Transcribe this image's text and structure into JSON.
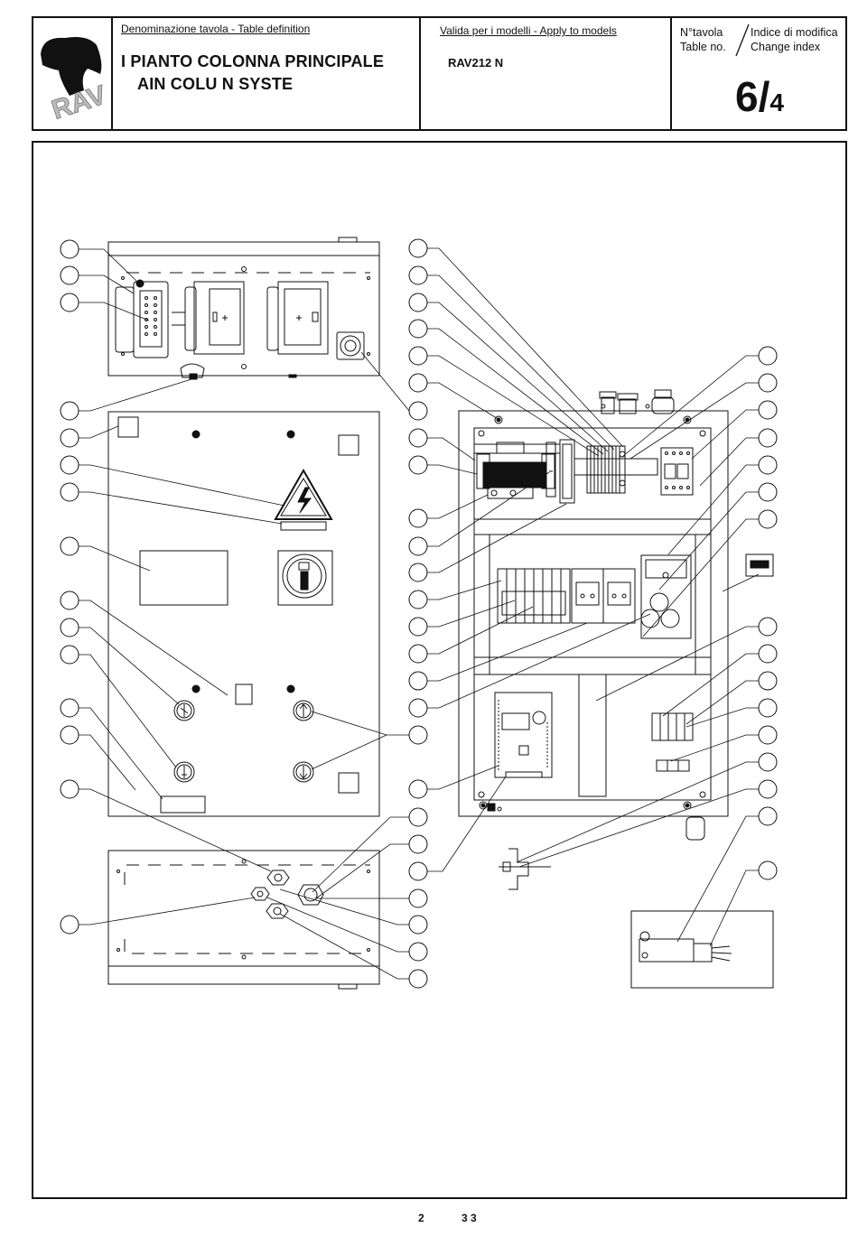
{
  "header": {
    "definition_label": "Denominazione tavola - Table definition",
    "title_line1": "I   PIANTO COLONNA PRINCIPALE",
    "title_line2": "AIN COLU   N SYSTE",
    "valid_label": "Valida per i modelli - Apply to models",
    "model": "RAV212 N",
    "table_no_it": "N°tavola",
    "table_no_en": "Table no.",
    "change_index_it": "Indice di modifica",
    "change_index_en": "Change index",
    "table_number": "6/",
    "change_index_value": "4"
  },
  "logo": {
    "text": "RAV"
  },
  "footer": {
    "left": "2",
    "right": "3 3"
  }
}
